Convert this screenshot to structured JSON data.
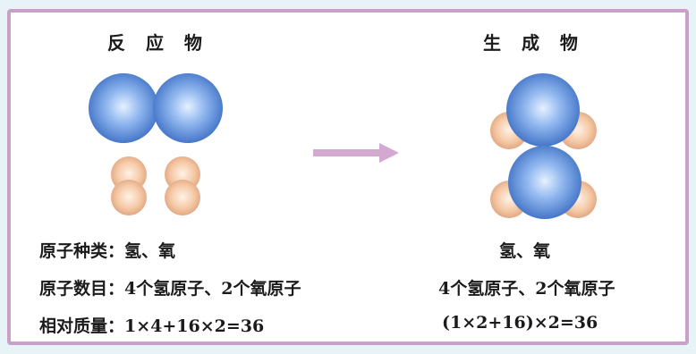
{
  "reactants": {
    "heading": "反 应 物"
  },
  "products": {
    "heading": "生 成 物"
  },
  "info_left": {
    "atom_type": "原子种类：氢、氧",
    "atom_count": "原子数目：4个氢原子、2个氧原子",
    "relative_mass": "相对质量：1×4+16×2=36"
  },
  "info_right": {
    "atom_type": "氢、氧",
    "atom_count": "4个氢原子、2个氧原子",
    "relative_mass": "(1×2+16)×2=36"
  },
  "colors": {
    "border": "#c9a0c8",
    "oxygen": "#5b8fd6",
    "hydrogen": "#f2c4a0",
    "arrow": "#d4a9d0"
  }
}
